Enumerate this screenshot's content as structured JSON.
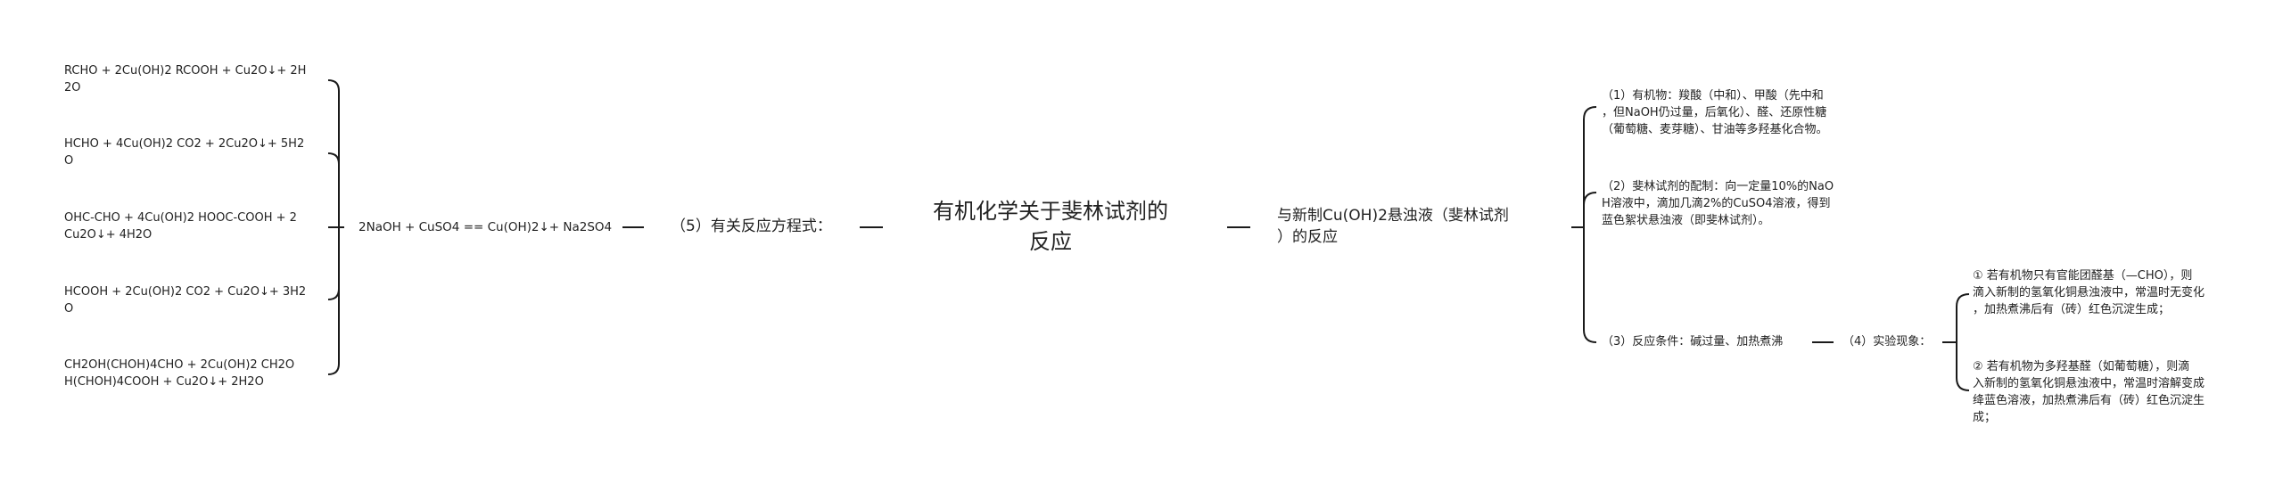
{
  "root": {
    "title": "有机化学关于斐林试剂的\n反应"
  },
  "left": {
    "branch_label": "（5）有关反应方程式：",
    "sub_label": "2NaOH + CuSO4 == Cu(OH)2↓+ Na2SO4",
    "equations": [
      "RCHO + 2Cu(OH)2 RCOOH + Cu2O↓+ 2H\n2O",
      "HCHO + 4Cu(OH)2 CO2 + 2Cu2O↓+ 5H2\nO",
      "OHC-CHO + 4Cu(OH)2 HOOC-COOH + 2\nCu2O↓+ 4H2O",
      "HCOOH + 2Cu(OH)2 CO2 + Cu2O↓+ 3H2\nO",
      "CH2OH(CHOH)4CHO + 2Cu(OH)2 CH2O\nH(CHOH)4COOH + Cu2O↓+ 2H2O"
    ]
  },
  "right": {
    "branch_label": "与新制Cu(OH)2悬浊液（斐林试剂\n）的反应",
    "items": [
      "（1）有机物：羧酸（中和）、甲酸（先中和\n，但NaOH仍过量，后氧化）、醛、还原性糖\n（葡萄糖、麦芽糖）、甘油等多羟基化合物。",
      "（2）斐林试剂的配制：向一定量10%的NaO\nH溶液中，滴加几滴2%的CuSO4溶液，得到\n蓝色絮状悬浊液（即斐林试剂）。",
      "（3）反应条件：碱过量、加热煮沸"
    ],
    "sub_label": "（4）实验现象：",
    "phenomena": [
      "① 若有机物只有官能团醛基（—CHO），则\n滴入新制的氢氧化铜悬浊液中，常温时无变化\n，加热煮沸后有（砖）红色沉淀生成；",
      "② 若有机物为多羟基醛（如葡萄糖），则滴\n入新制的氢氧化铜悬浊液中，常温时溶解变成\n绛蓝色溶液，加热煮沸后有（砖）红色沉淀生\n成；"
    ]
  }
}
